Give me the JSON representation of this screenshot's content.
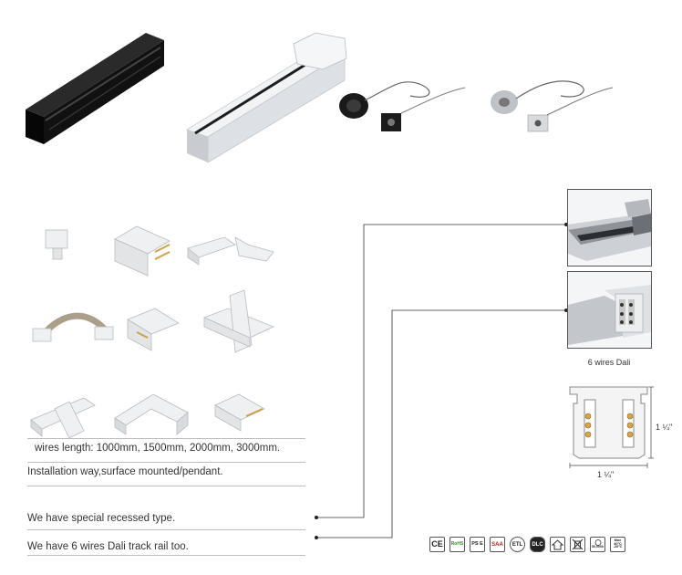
{
  "info": {
    "lines": [
      "wires length: 1000mm, 1500mm, 2000mm, 3000mm.",
      "Installation way,surface mounted/pendant.",
      "We have special recessed type.",
      "We have 6 wires Dali track rail too."
    ]
  },
  "detail": {
    "caption": "6 wires Dali",
    "dim_vertical": "1 ¼\"",
    "dim_horizontal": "1 ¼\""
  },
  "certifications": [
    {
      "icon": "ce-mark-icon",
      "label": "CE"
    },
    {
      "icon": "rohs-icon",
      "label": "RoHS"
    },
    {
      "icon": "pse-icon",
      "label": "PS E"
    },
    {
      "icon": "saa-icon",
      "label": "SAA"
    },
    {
      "icon": "etl-icon",
      "label": "ETL"
    },
    {
      "icon": "dlc-icon",
      "label": "DLC"
    },
    {
      "icon": "indoor-use-icon",
      "label": ""
    },
    {
      "icon": "weee-icon",
      "label": ""
    },
    {
      "icon": "lifetime-icon",
      "label": "50,000h"
    },
    {
      "icon": "max-temperature-icon",
      "label": "Max 40°C -20°C"
    }
  ],
  "colors": {
    "rail_black": "#1a1a1a",
    "rail_white": "#e4e7ea",
    "line": "#333333",
    "separator": "#bdbdbd"
  }
}
